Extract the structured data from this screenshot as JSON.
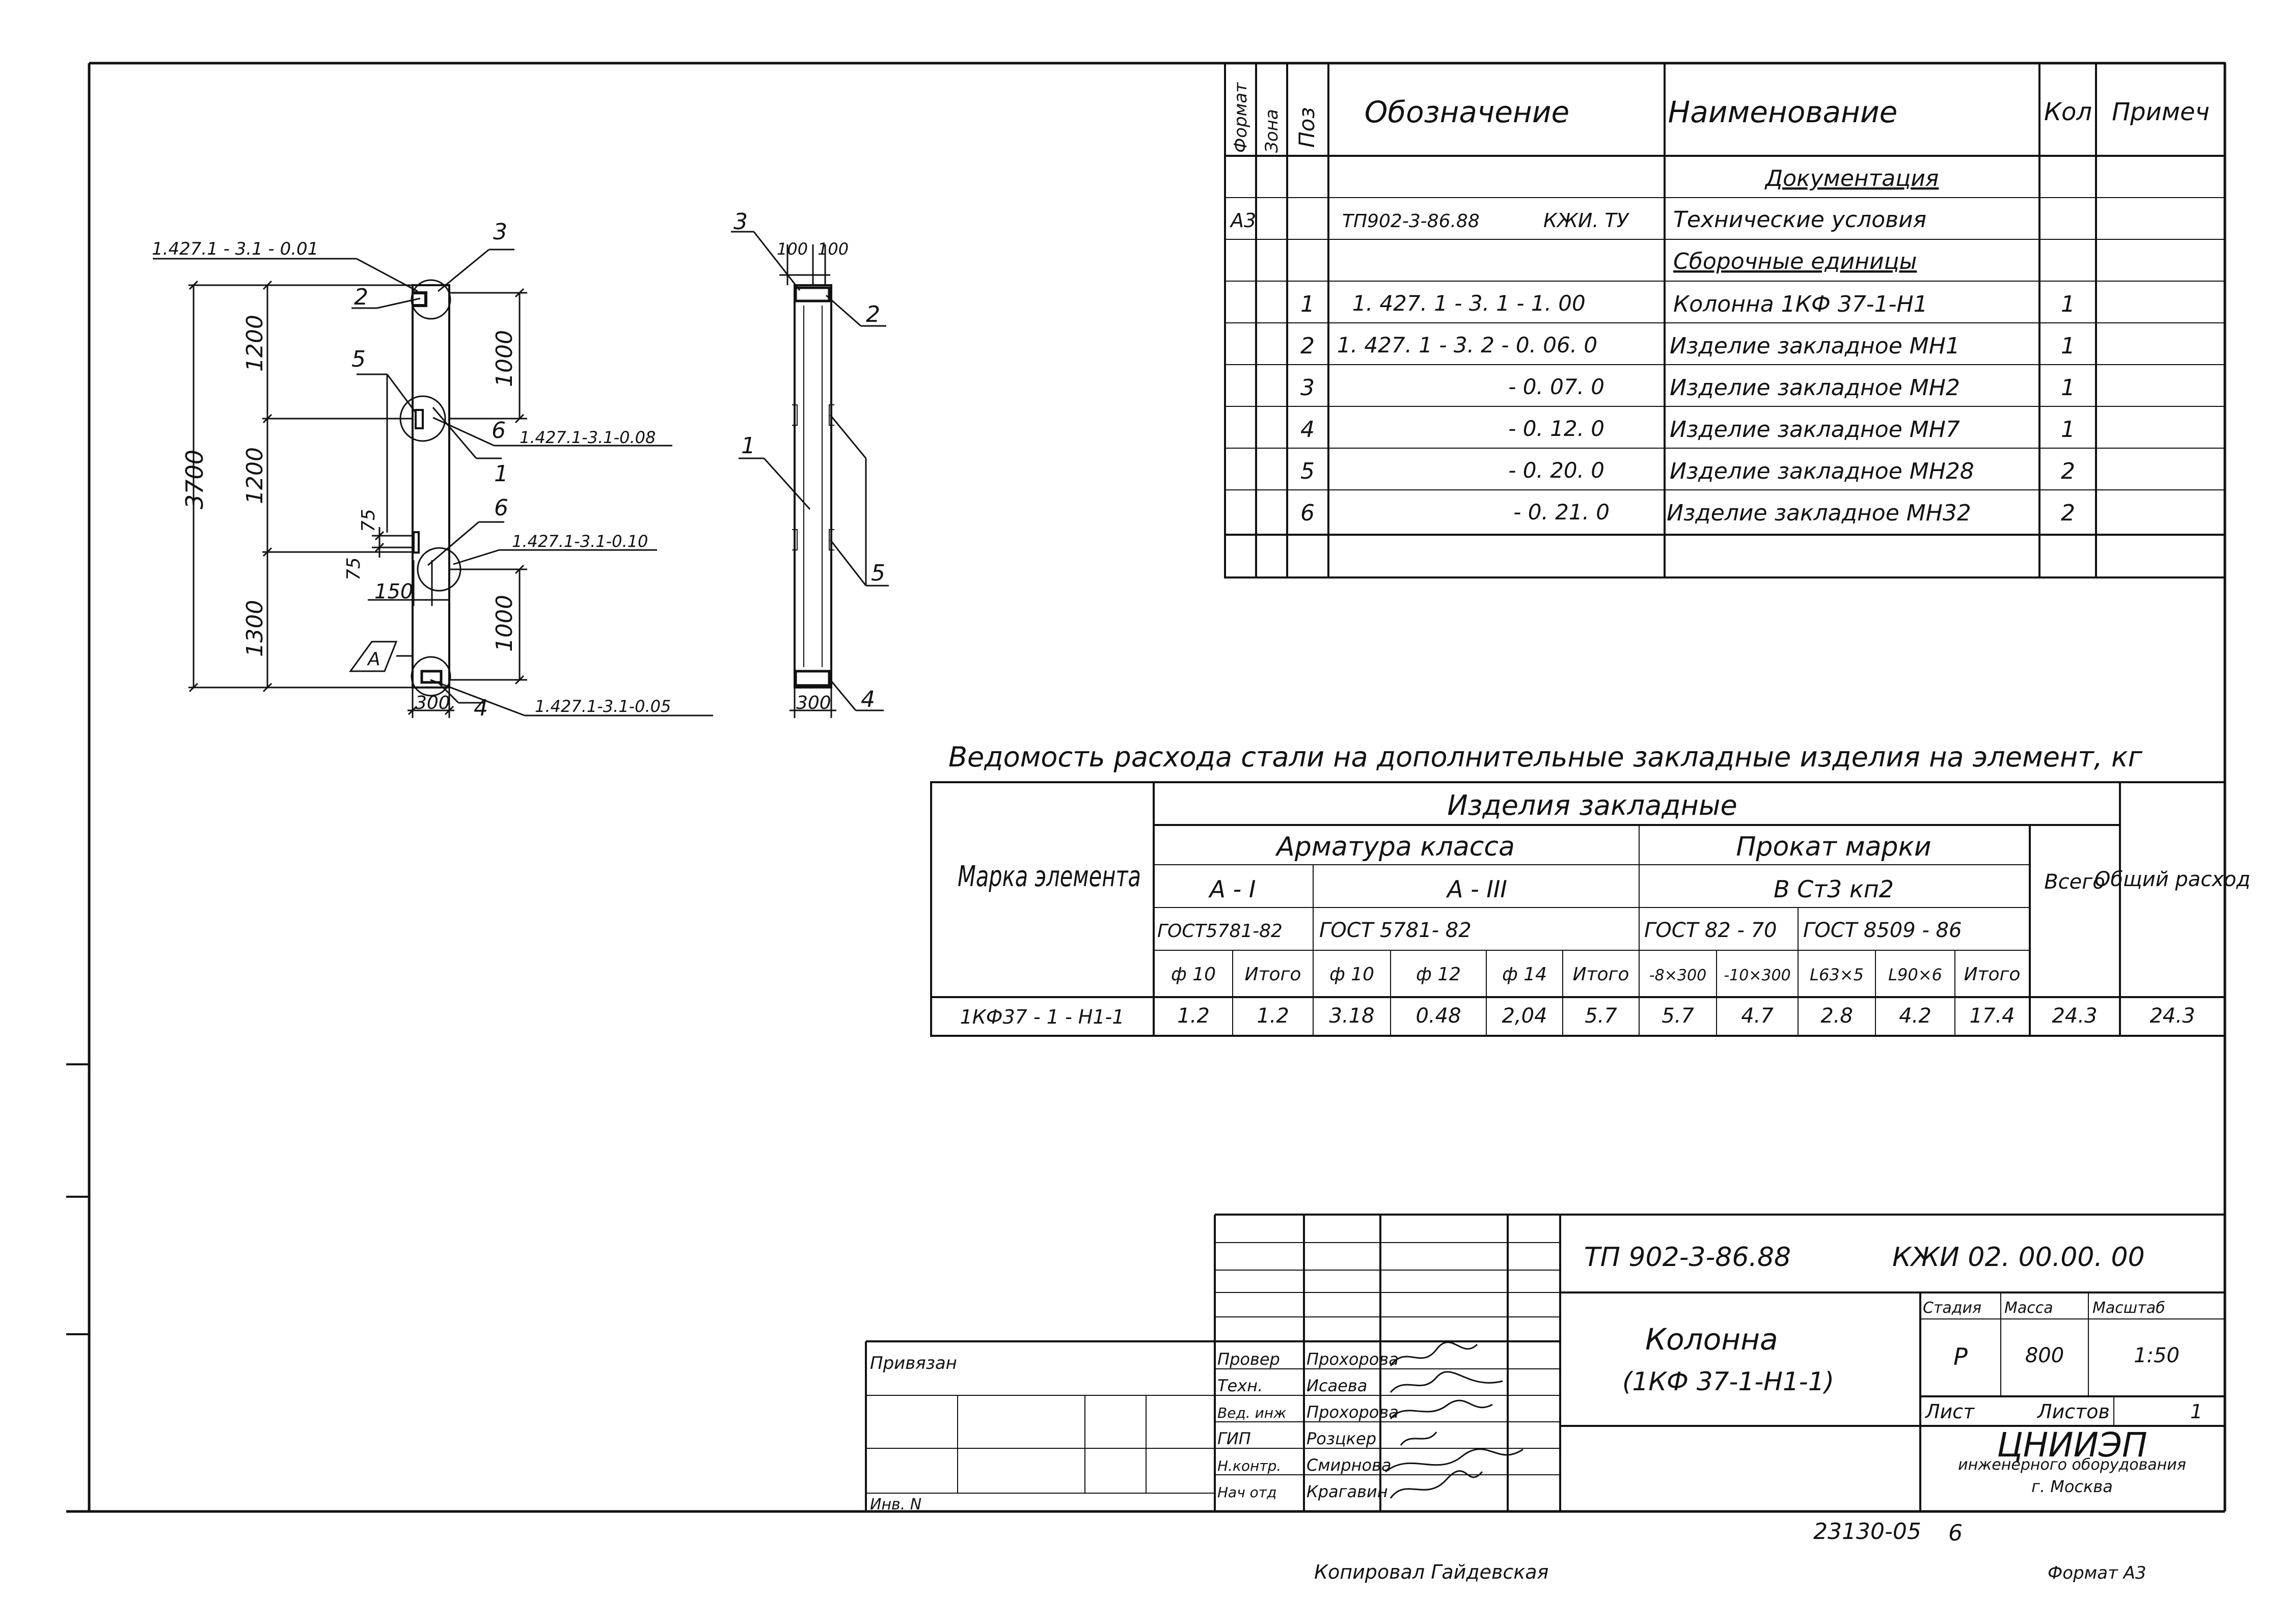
{
  "spec_table": {
    "headers": [
      "Формат",
      "Зона",
      "Поз",
      "Обозначение",
      "Наименование",
      "Кол",
      "Примеч"
    ],
    "rows": [
      {
        "format": "",
        "zone": "",
        "pos": "",
        "designation": "",
        "name": "Документация",
        "qty": "",
        "note": "",
        "heading": true
      },
      {
        "format": "А3",
        "zone": "",
        "pos": "",
        "designation": "ТП902-3-86.88",
        "designation2": "КЖИ. ТУ",
        "name": "Технические условия",
        "qty": "",
        "note": ""
      },
      {
        "format": "",
        "zone": "",
        "pos": "",
        "designation": "",
        "name": "Сборочные единицы",
        "qty": "",
        "note": "",
        "heading": true
      },
      {
        "format": "",
        "zone": "",
        "pos": "1",
        "designation": "1. 427. 1 - 3. 1 - 1. 00",
        "name": "Колонна    1КФ 37-1-Н1",
        "qty": "1",
        "note": ""
      },
      {
        "format": "",
        "zone": "",
        "pos": "2",
        "designation": "1. 427. 1 - 3. 2 - 0. 06. 0",
        "name": "Изделие закладное МН1",
        "qty": "1",
        "note": ""
      },
      {
        "format": "",
        "zone": "",
        "pos": "3",
        "designation": "- 0. 07. 0",
        "name": "Изделие закладное   МН2",
        "qty": "1",
        "note": ""
      },
      {
        "format": "",
        "zone": "",
        "pos": "4",
        "designation": "- 0. 12. 0",
        "name": "Изделие закладное   МН7",
        "qty": "1",
        "note": ""
      },
      {
        "format": "",
        "zone": "",
        "pos": "5",
        "designation": "- 0. 20. 0",
        "name": "Изделие закладное  МН28",
        "qty": "2",
        "note": ""
      },
      {
        "format": "",
        "zone": "",
        "pos": "6",
        "designation": "- 0. 21. 0",
        "name": "Изделие закладное МН32",
        "qty": "2",
        "note": ""
      },
      {
        "format": "",
        "zone": "",
        "pos": "",
        "designation": "",
        "name": "",
        "qty": "",
        "note": ""
      }
    ]
  },
  "drawing": {
    "front_view": {
      "dims": {
        "total": "3700",
        "seg_top": "1200",
        "seg_mid": "1200",
        "seg_bot": "1300",
        "right_top": "1000",
        "right_bot": "1000",
        "offset_75a": "75",
        "offset_75b": "75",
        "offset_150": "150",
        "width": "300"
      },
      "refs": {
        "r001": "1.427.1 - 3.1 - 0.01",
        "r008": "1.427.1-3.1-0.08",
        "r010": "1.427.1-3.1-0.10",
        "r005": "1.427.1-3.1-0.05"
      },
      "positions": {
        "p1": "1",
        "p2": "2",
        "p3": "3",
        "p4": "4",
        "p5": "5",
        "p6a": "6",
        "p6b": "6"
      },
      "section_mark": "А"
    },
    "side_view": {
      "dims": {
        "top_a": "100",
        "top_b": "100",
        "width": "300"
      },
      "positions": {
        "p1": "1",
        "p2": "2",
        "p3": "3",
        "p4": "4",
        "p5": "5"
      }
    }
  },
  "steel_table": {
    "title": "Ведомость расхода стали на дополнительные закладные изделия на элемент, кг",
    "mark_header": "Марка элемента",
    "group_header": "Изделия закладные",
    "subgroups": [
      {
        "label": "Арматура класса",
        "classes": [
          {
            "label": "А - I",
            "standard": "ГОСТ5781-82",
            "cols": [
              "ф 10",
              "Итого"
            ]
          },
          {
            "label": "А - III",
            "standard": "ГОСТ 5781- 82",
            "cols": [
              "ф 10",
              "ф 12",
              "ф 14",
              "Итого"
            ]
          }
        ]
      },
      {
        "label": "Прокат марки",
        "classes": [
          {
            "label": "В Ст3 кп2",
            "standards": [
              "ГОСТ 82 - 70",
              "ГОСТ 8509 - 86"
            ],
            "cols": [
              "-8×300",
              "-10×300",
              "L63×5",
              "L90×6",
              "Итого"
            ]
          }
        ]
      }
    ],
    "total_header": "Всего",
    "overall_header": "Общий расход",
    "rows": [
      {
        "mark": "1КФ37 - 1 - Н1-1",
        "values": [
          "1.2",
          "1.2",
          "3.18",
          "0.48",
          "2,04",
          "5.7",
          "5.7",
          "4.7",
          "2.8",
          "4.2",
          "17.4",
          "24.3",
          "24.3"
        ]
      }
    ]
  },
  "title_block": {
    "document_code": "ТП 902-3-86.88",
    "document_code2": "КЖИ  02. 00.00. 00",
    "drawing_name": "Колонна",
    "drawing_name2": "(1КФ 37-1-Н1-1)",
    "stage_label": "Стадия",
    "mass_label": "Масса",
    "scale_label": "Масштаб",
    "stage": "Р",
    "mass": "800",
    "scale": "1:50",
    "sheet_label": "Лист",
    "sheets_label": "Листов",
    "sheets": "1",
    "org_name": "ЦНИИЭП",
    "org_sub": "инженерного оборудования",
    "org_city": "г. Москва",
    "attached_label": "Привязан",
    "inv_label": "Инв. N",
    "signatures": [
      {
        "role": "Провер",
        "name": "Прохорова"
      },
      {
        "role": "Техн.",
        "name": "Исаева"
      },
      {
        "role": "Вед. инж",
        "name": "Прохорова"
      },
      {
        "role": "ГИП",
        "name": "Розцкер"
      },
      {
        "role": "Н.контр.",
        "name": "Смирнова"
      },
      {
        "role": "Нач отд",
        "name": "Крагавин"
      }
    ]
  },
  "footer": {
    "archive_no": "23130-05",
    "archive_sheet": "6",
    "copied": "Копировал  Гайдевская",
    "format": "Формат А3"
  }
}
